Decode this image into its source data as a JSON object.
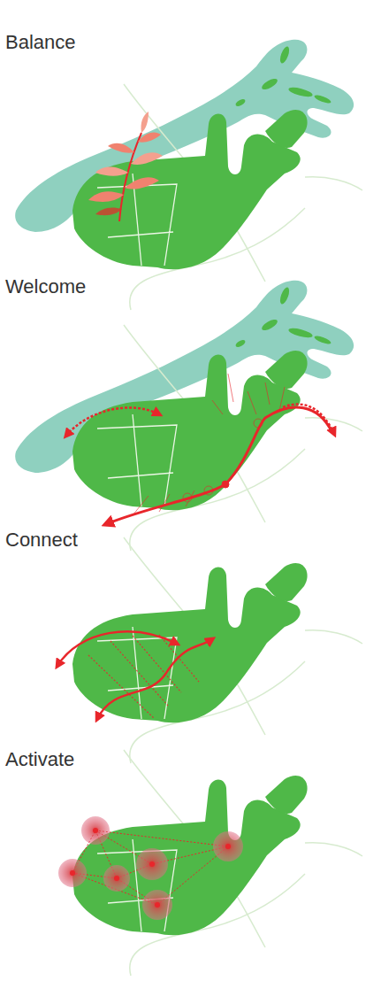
{
  "diagram": {
    "labels": [
      "Balance",
      "Welcome",
      "Connect",
      "Activate"
    ]
  }
}
